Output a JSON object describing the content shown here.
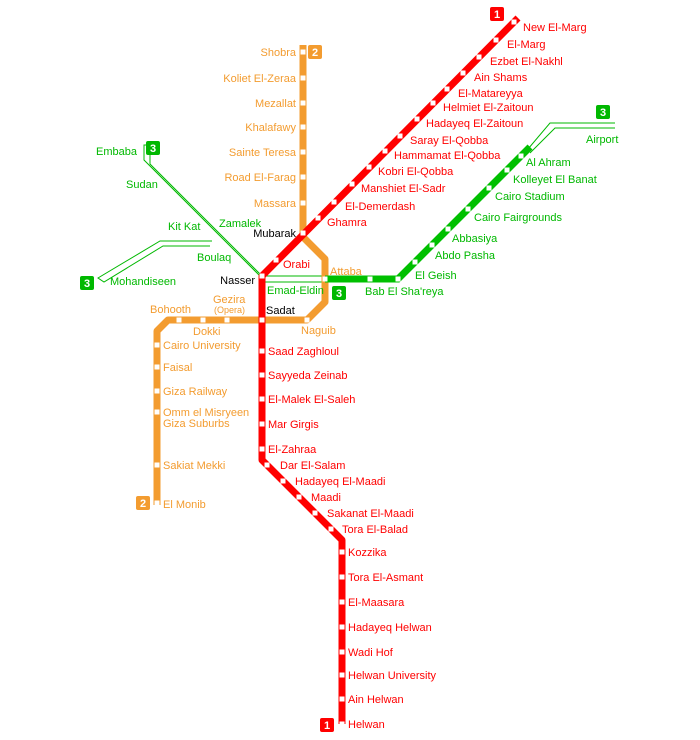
{
  "title": "Cairo Metro map",
  "colors": {
    "line1": "#ff0000",
    "line2": "#f39c30",
    "line3": "#00c000"
  },
  "lines": {
    "line1": {
      "badge": "1",
      "stations": [
        "New El-Marg",
        "El-Marg",
        "Ezbet El-Nakhl",
        "Ain Shams",
        "El-Matareyya",
        "Helmiet El-Zaitoun",
        "Hadayeq El-Zaitoun",
        "Saray El-Qobba",
        "Hammamat El-Qobba",
        "Kobri El-Qobba",
        "Manshiet El-Sadr",
        "El-Demerdash",
        "Ghamra",
        "Orabi",
        "Saad Zaghloul",
        "Sayyeda Zeinab",
        "El-Malek El-Saleh",
        "Mar Girgis",
        "El-Zahraa",
        "Dar El-Salam",
        "Hadayeq El-Maadi",
        "Maadi",
        "Sakanat El-Maadi",
        "Tora El-Balad",
        "Kozzika",
        "Tora El-Asmant",
        "El-Maasara",
        "Hadayeq Helwan",
        "Wadi Hof",
        "Helwan University",
        "Ain Helwan",
        "Helwan"
      ]
    },
    "line2": {
      "badge": "2",
      "stations": [
        "Shobra",
        "Koliet El-Zeraa",
        "Mezallat",
        "Khalafawy",
        "Sainte Teresa",
        "Road El-Farag",
        "Massara",
        "Attaba",
        "Naguib",
        "Gezira",
        "(Opera)",
        "Bohooth",
        "Dokki",
        "Cairo University",
        "Faisal",
        "Giza Railway",
        "Omm el Misryeen",
        "Giza Suburbs",
        "Sakiat Mekki",
        "El Monib"
      ]
    },
    "line3": {
      "badge": "3",
      "stations": [
        "Airport",
        "Al Ahram",
        "Kolleyet El Banat",
        "Cairo Stadium",
        "Cairo Fairgrounds",
        "Abbasiya",
        "Abdo Pasha",
        "El Geish",
        "Bab El Sha'reya",
        "Emad-Eldin",
        "Embaba",
        "Sudan",
        "Kit Kat",
        "Zamalek",
        "Boulaq",
        "Mohandiseen"
      ]
    }
  },
  "interchanges": [
    "Mubarak",
    "Nasser",
    "Sadat"
  ]
}
